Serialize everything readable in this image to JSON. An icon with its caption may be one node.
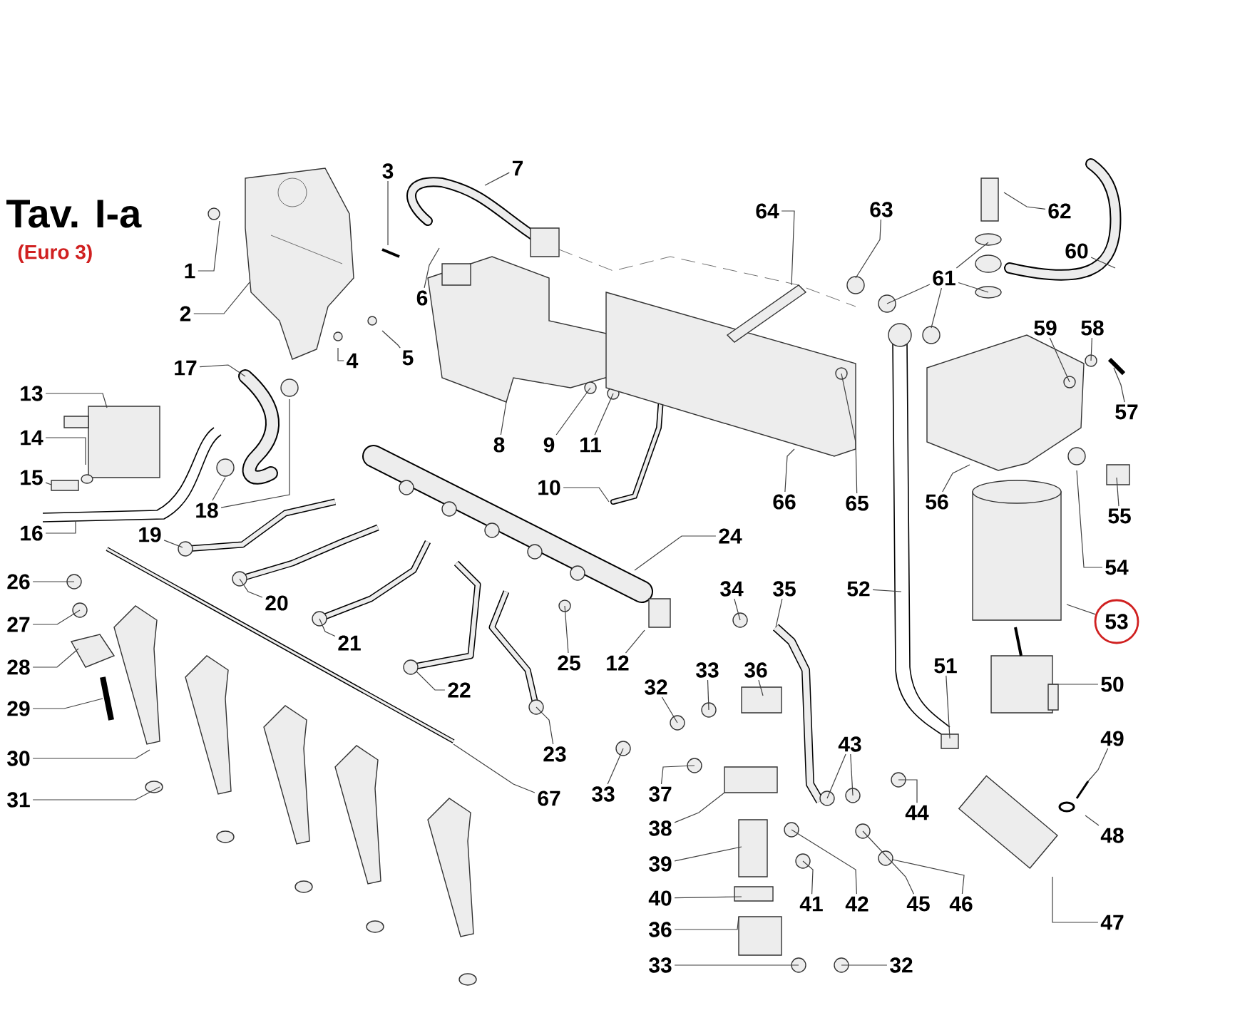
{
  "diagram": {
    "title": "Tav. I-a",
    "nodes": [
      {
        "text": [
          "1"
        ]
      },
      {
        "text": [
          "2"
        ]
      },
      {
        "text": [
          "3"
        ]
      },
      {
        "text": [
          "4"
        ]
      },
      {
        "text": [
          "5"
        ]
      },
      {
        "text": [
          "6"
        ]
      },
      {
        "text": [
          "7"
        ]
      },
      {
        "text": [
          "8"
        ]
      },
      {
        "text": [
          "9"
        ]
      },
      {
        "text": [
          "11"
        ]
      },
      {
        "text": [
          "10"
        ]
      },
      {
        "text": [
          "12"
        ]
      },
      {
        "text": [
          "13"
        ]
      },
      {
        "text": [
          "14"
        ]
      },
      {
        "text": [
          "15"
        ]
      },
      {
        "text": [
          "16"
        ]
      },
      {
        "text": [
          "17"
        ]
      },
      {
        "text": [
          "18"
        ]
      },
      {
        "text": [
          "19"
        ]
      },
      {
        "text": [
          "20"
        ]
      },
      {
        "text": [
          "21"
        ]
      },
      {
        "text": [
          "22"
        ]
      },
      {
        "text": [
          "23"
        ]
      },
      {
        "text": [
          "24"
        ]
      },
      {
        "text": [
          "25"
        ]
      },
      {
        "text": [
          "26"
        ]
      },
      {
        "text": [
          "27"
        ]
      },
      {
        "text": [
          "28"
        ]
      },
      {
        "text": [
          "29"
        ]
      },
      {
        "text": [
          "30"
        ]
      },
      {
        "text": [
          "31"
        ]
      },
      {
        "text": [
          "32"
        ]
      },
      {
        "text": [
          "33"
        ]
      },
      {
        "text": [
          "36"
        ]
      },
      {
        "text": [
          "33"
        ]
      },
      {
        "text": [
          "37"
        ]
      },
      {
        "text": [
          "38"
        ]
      },
      {
        "text": [
          "39"
        ]
      },
      {
        "text": [
          "40"
        ]
      },
      {
        "text": [
          "36"
        ]
      },
      {
        "text": [
          "33"
        ]
      },
      {
        "text": [
          "32"
        ]
      },
      {
        "text": [
          "34"
        ]
      },
      {
        "text": [
          "35"
        ]
      },
      {
        "text": [
          "41"
        ]
      },
      {
        "text": [
          "42"
        ]
      },
      {
        "text": [
          "43"
        ]
      },
      {
        "text": [
          "44"
        ]
      },
      {
        "text": [
          "45"
        ]
      },
      {
        "text": [
          "46"
        ]
      },
      {
        "text": [
          "47"
        ]
      },
      {
        "text": [
          "48"
        ]
      },
      {
        "text": [
          "49"
        ]
      },
      {
        "text": [
          "50"
        ]
      },
      {
        "text": [
          "51"
        ]
      },
      {
        "text": [
          "52"
        ]
      },
      {
        "text": [
          "53"
        ]
      },
      {
        "text": [
          "54"
        ]
      },
      {
        "text": [
          "55"
        ]
      },
      {
        "text": [
          "56"
        ]
      },
      {
        "text": [
          "57"
        ]
      },
      {
        "text": [
          "58"
        ]
      },
      {
        "text": [
          "59"
        ]
      },
      {
        "text": [
          "60"
        ]
      },
      {
        "text": [
          "61"
        ]
      },
      {
        "text": [
          "62"
        ]
      },
      {
        "text": [
          "63"
        ]
      },
      {
        "text": [
          "64"
        ]
      },
      {
        "text": [
          "65"
        ]
      },
      {
        "text": [
          "66"
        ]
      },
      {
        "text": [
          "67"
        ]
      }
    ],
    "edges": [
      {
        "from": 0,
        "to": null,
        "arrow": "none"
      },
      {
        "from": 1,
        "to": null,
        "arrow": "none"
      },
      {
        "from": 2,
        "to": null,
        "arrow": "none"
      },
      {
        "from": 3,
        "to": null,
        "arrow": "none"
      },
      {
        "from": 4,
        "to": null,
        "arrow": "none"
      },
      {
        "from": 5,
        "to": null,
        "arrow": "none"
      },
      {
        "from": 6,
        "to": null,
        "arrow": "none"
      },
      {
        "from": 7,
        "to": null,
        "arrow": "none"
      },
      {
        "from": 8,
        "to": null,
        "arrow": "none"
      },
      {
        "from": 9,
        "to": null,
        "arrow": "none"
      },
      {
        "from": 10,
        "to": null,
        "arrow": "none"
      },
      {
        "from": 11,
        "to": null,
        "arrow": "none"
      },
      {
        "from": 12,
        "to": null,
        "arrow": "none"
      },
      {
        "from": 13,
        "to": null,
        "arrow": "none"
      },
      {
        "from": 14,
        "to": null,
        "arrow": "none"
      },
      {
        "from": 15,
        "to": null,
        "arrow": "none"
      },
      {
        "from": 16,
        "to": null,
        "arrow": "none"
      },
      {
        "from": 17,
        "to": null,
        "arrow": "none"
      },
      {
        "from": 17,
        "to": null,
        "arrow": "none"
      },
      {
        "from": 18,
        "to": null,
        "arrow": "none"
      },
      {
        "from": 19,
        "to": null,
        "arrow": "none"
      },
      {
        "from": 20,
        "to": null,
        "arrow": "none"
      },
      {
        "from": 21,
        "to": null,
        "arrow": "none"
      },
      {
        "from": 22,
        "to": null,
        "arrow": "none"
      },
      {
        "from": 23,
        "to": null,
        "arrow": "none"
      },
      {
        "from": 24,
        "to": null,
        "arrow": "none"
      },
      {
        "from": 25,
        "to": null,
        "arrow": "none"
      },
      {
        "from": 26,
        "to": null,
        "arrow": "none"
      },
      {
        "from": 27,
        "to": null,
        "arrow": "none"
      },
      {
        "from": 28,
        "to": null,
        "arrow": "none"
      },
      {
        "from": 29,
        "to": null,
        "arrow": "none"
      },
      {
        "from": 30,
        "to": null,
        "arrow": "none"
      },
      {
        "from": 31,
        "to": null,
        "arrow": "none"
      },
      {
        "from": 32,
        "to": null,
        "arrow": "none"
      },
      {
        "from": 33,
        "to": null,
        "arrow": "none"
      },
      {
        "from": 34,
        "to": null,
        "arrow": "none"
      },
      {
        "from": 35,
        "to": null,
        "arrow": "none"
      },
      {
        "from": 36,
        "to": null,
        "arrow": "none"
      },
      {
        "from": 37,
        "to": null,
        "arrow": "none"
      },
      {
        "from": 38,
        "to": null,
        "arrow": "none"
      },
      {
        "from": 39,
        "to": null,
        "arrow": "none"
      },
      {
        "from": 40,
        "to": null,
        "arrow": "none"
      },
      {
        "from": 41,
        "to": null,
        "arrow": "none"
      },
      {
        "from": 42,
        "to": null,
        "arrow": "none"
      },
      {
        "from": 43,
        "to": null,
        "arrow": "none"
      },
      {
        "from": 44,
        "to": null,
        "arrow": "none"
      },
      {
        "from": 45,
        "to": null,
        "arrow": "none"
      },
      {
        "from": 46,
        "to": null,
        "arrow": "none"
      },
      {
        "from": 46,
        "to": null,
        "arrow": "none"
      },
      {
        "from": 47,
        "to": null,
        "arrow": "none"
      },
      {
        "from": 48,
        "to": null,
        "arrow": "none"
      },
      {
        "from": 49,
        "to": null,
        "arrow": "none"
      },
      {
        "from": 50,
        "to": null,
        "arrow": "none"
      },
      {
        "from": 51,
        "to": null,
        "arrow": "none"
      },
      {
        "from": 52,
        "to": null,
        "arrow": "none"
      },
      {
        "from": 53,
        "to": null,
        "arrow": "none"
      },
      {
        "from": 54,
        "to": null,
        "arrow": "none"
      },
      {
        "from": 55,
        "to": null,
        "arrow": "none"
      },
      {
        "from": 56,
        "to": null,
        "arrow": "none"
      },
      {
        "from": 57,
        "to": null,
        "arrow": "none"
      },
      {
        "from": 58,
        "to": null,
        "arrow": "none"
      },
      {
        "from": 59,
        "to": null,
        "arrow": "none"
      },
      {
        "from": 60,
        "to": null,
        "arrow": "none"
      },
      {
        "from": 61,
        "to": null,
        "arrow": "none"
      },
      {
        "from": 62,
        "to": null,
        "arrow": "none"
      },
      {
        "from": 63,
        "to": null,
        "arrow": "none"
      },
      {
        "from": 64,
        "to": null,
        "arrow": "none"
      },
      {
        "from": 64,
        "to": null,
        "arrow": "none"
      },
      {
        "from": 64,
        "to": null,
        "arrow": "none"
      },
      {
        "from": 64,
        "to": null,
        "arrow": "none"
      },
      {
        "from": 65,
        "to": null,
        "arrow": "none"
      },
      {
        "from": 66,
        "to": null,
        "arrow": "none"
      },
      {
        "from": 67,
        "to": null,
        "arrow": "none"
      },
      {
        "from": 68,
        "to": null,
        "arrow": "none"
      },
      {
        "from": 69,
        "to": null,
        "arrow": "none"
      },
      {
        "from": 70,
        "to": null,
        "arrow": "none"
      }
    ],
    "labels": [
      "(Euro 3)"
    ]
  }
}
